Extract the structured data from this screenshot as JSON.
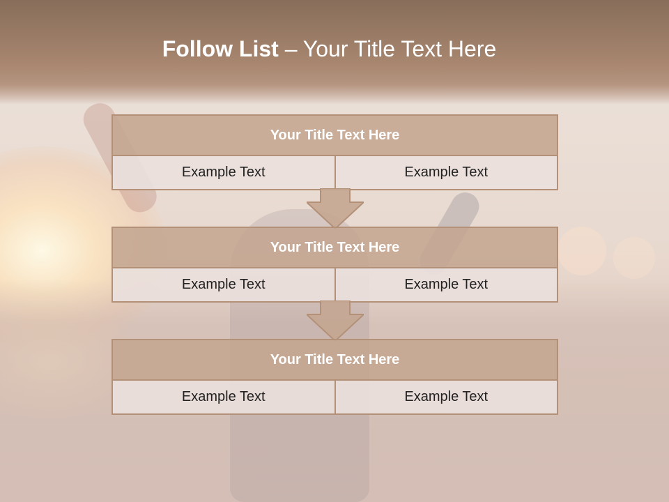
{
  "slide": {
    "title_bold": "Follow List",
    "title_rest": " – Your Title Text Here"
  },
  "steps": [
    {
      "title": "Your Title Text Here",
      "left": "Example Text",
      "right": "Example Text"
    },
    {
      "title": "Your Title Text Here",
      "left": "Example Text",
      "right": "Example Text"
    },
    {
      "title": "Your Title Text Here",
      "left": "Example Text",
      "right": "Example Text"
    }
  ],
  "colors": {
    "box_border": "#b39179",
    "box_title_bg": "#c4a691",
    "box_row_bg": "#eae0dc",
    "title_text": "#ffffff"
  },
  "icons": [
    "down-arrow-icon",
    "down-arrow-icon"
  ]
}
